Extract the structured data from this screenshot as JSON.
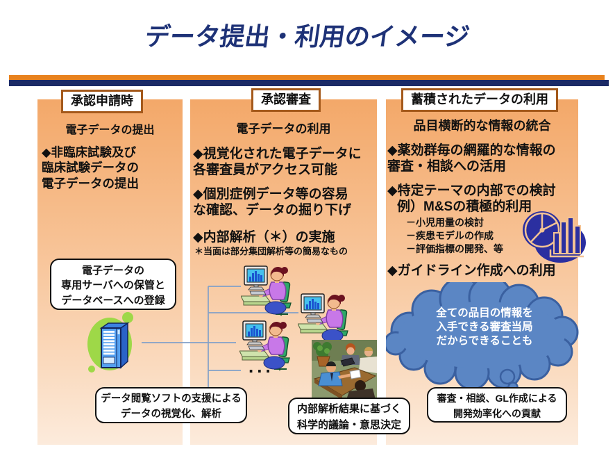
{
  "slide": {
    "title": "データ提出・利用のイメージ"
  },
  "columns": {
    "submission": {
      "header": "承認申請時",
      "subtitle": "電子データの提出",
      "bullet_lines": [
        "◆非臨床試験及び",
        "臨床試験データの",
        "電子データの提出"
      ],
      "storage_box_lines": [
        "電子データの",
        "専用サーバへの保管と",
        "データベースへの登録"
      ]
    },
    "review": {
      "header": "承認審査",
      "subtitle": "電子データの利用",
      "bullet1_lines": [
        "◆視覚化された電子データに",
        "各審査員がアクセス可能"
      ],
      "bullet2_lines": [
        "◆個別症例データ等の容易",
        "な確認、データの掘り下げ"
      ],
      "bullet3": "◆内部解析（＊）の実施",
      "note": "＊当面は部分集団解析等の簡易なもの",
      "ellipsis": "..."
    },
    "accumulated": {
      "header": "蓄積されたデータの利用",
      "subtitle": "品目横断的な情報の統合",
      "bullet1_lines": [
        "◆薬効群毎の網羅的な情報の",
        "審査・相談への活用"
      ],
      "bullet2_lines": [
        "◆特定テーマの内部での検討",
        "例）M&Sの積極的利用"
      ],
      "sub_items": [
        "－小児用量の検討",
        "－疾患モデルの作成",
        "－評価指標の開発、等"
      ],
      "bullet3": "◆ガイドライン作成への利用",
      "cloud_lines": [
        "全ての品目の情報を",
        "入手できる審査当局",
        "だからできることも"
      ]
    }
  },
  "callouts": {
    "viewer_lines": [
      "データ閲覧ソフトの支援による",
      "データの視覚化、解析"
    ],
    "discussion_lines": [
      "内部解析結果に基づく",
      "科学的議論・意思決定"
    ],
    "contribution_lines": [
      "審査・相談、GL作成による",
      "開発効率化への貢献"
    ]
  },
  "icons": {
    "server_icon": "server-rack-with-green-blob",
    "workstation_icon": "reviewer-at-computer",
    "meeting_icon": "group-discussion-photo",
    "analytics_icon": "navy-pie-and-bar-chart",
    "thought_cloud": "blue-thought-bubble",
    "connector_lines": "network-branch-lines"
  },
  "colors": {
    "title_navy": "#1E3277",
    "bar_orange": "#E8821E",
    "bar_navy": "#1B2A66",
    "col_top": "#F3A869",
    "col_bottom": "#FCEBDC",
    "header_border": "#A4591B",
    "cloud_fill": "#5B86C4",
    "cloud_border": "#3A60A0",
    "icon_navy": "#2B2FA0",
    "connector": "#82A0C8"
  }
}
